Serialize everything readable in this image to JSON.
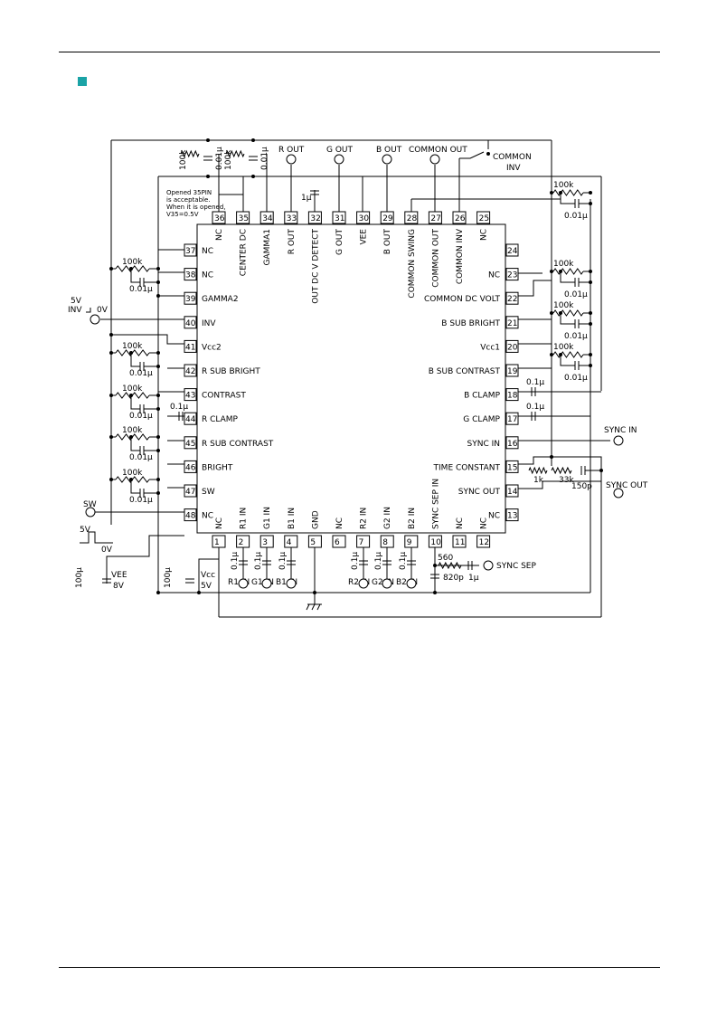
{
  "colors": {
    "bullet": "#1aa3a6",
    "ink": "#000000"
  },
  "note": [
    "Opened 35PIN",
    "is acceptable.",
    "When it is opened,",
    "V35=0.5V"
  ],
  "pins": {
    "top": [
      [
        "36",
        "NC"
      ],
      [
        "35",
        "CENTER DC"
      ],
      [
        "34",
        "GAMMA1"
      ],
      [
        "33",
        "R OUT"
      ],
      [
        "32",
        "OUT DC V DETECT"
      ],
      [
        "31",
        "G OUT"
      ],
      [
        "30",
        "VEE"
      ],
      [
        "29",
        "B OUT"
      ],
      [
        "28",
        "COMMON SWING"
      ],
      [
        "27",
        "COMMON OUT"
      ],
      [
        "26",
        "COMMON INV"
      ],
      [
        "25",
        "NC"
      ]
    ],
    "left": [
      [
        "37",
        "NC"
      ],
      [
        "38",
        "NC"
      ],
      [
        "39",
        "GAMMA2"
      ],
      [
        "40",
        "INV"
      ],
      [
        "41",
        "Vcc2"
      ],
      [
        "42",
        "R SUB BRIGHT"
      ],
      [
        "43",
        "CONTRAST"
      ],
      [
        "44",
        "R CLAMP"
      ],
      [
        "45",
        "R SUB CONTRAST"
      ],
      [
        "46",
        "BRIGHT"
      ],
      [
        "47",
        "SW"
      ],
      [
        "48",
        "NC"
      ]
    ],
    "right": [
      [
        "24",
        ""
      ],
      [
        "23",
        "NC"
      ],
      [
        "22",
        "COMMON DC VOLT"
      ],
      [
        "21",
        "B SUB BRIGHT"
      ],
      [
        "20",
        "Vcc1"
      ],
      [
        "19",
        "B SUB CONTRAST"
      ],
      [
        "18",
        "B CLAMP"
      ],
      [
        "17",
        "G CLAMP"
      ],
      [
        "16",
        "SYNC IN"
      ],
      [
        "15",
        "TIME CONSTANT"
      ],
      [
        "14",
        "SYNC OUT"
      ],
      [
        "13",
        "NC"
      ]
    ],
    "bottom": [
      [
        "1",
        "NC"
      ],
      [
        "2",
        "R1 IN"
      ],
      [
        "3",
        "G1 IN"
      ],
      [
        "4",
        "B1 IN"
      ],
      [
        "5",
        "GND"
      ],
      [
        "6",
        "NC"
      ],
      [
        "7",
        "R2 IN"
      ],
      [
        "8",
        "G2 IN"
      ],
      [
        "9",
        "B2 IN"
      ],
      [
        "10",
        "SYNC SEP IN"
      ],
      [
        "11",
        "NC"
      ],
      [
        "12",
        "NC"
      ]
    ]
  },
  "terminals": {
    "r_out": "R OUT",
    "g_out": "G OUT",
    "b_out": "B OUT",
    "common_out": "COMMON OUT",
    "common_inv": "COMMON INV",
    "inv": [
      "5V",
      "INV",
      "0V"
    ],
    "sw": "SW",
    "sw_levels": [
      "5V",
      "0V"
    ],
    "sync_in": "SYNC IN",
    "sync_out": "SYNC OUT",
    "sync_sep": "SYNC SEP",
    "bottom_inputs": [
      "R1 IN",
      "G1 IN",
      "B1 IN",
      "R2 IN",
      "G2 IN",
      "B2 IN"
    ]
  },
  "components": {
    "r100k": "100k",
    "c001": "0.01μ",
    "c01": "0.1μ",
    "c1u": "1μ",
    "c100u": "100μ",
    "vee": "VEE",
    "vee_v": "8V",
    "vcc": "Vcc",
    "vcc_v": "5V",
    "r560": "560",
    "c820p": "820p",
    "r1k": "1k",
    "r33k": "33k",
    "c150p": "150p"
  }
}
